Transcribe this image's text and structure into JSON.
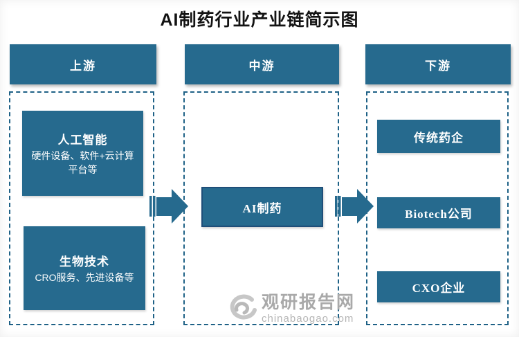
{
  "title": "AI制药行业产业链简示图",
  "columns": [
    {
      "header": "上游",
      "boxes": [
        {
          "title": "人工智能",
          "subtitle": "硬件设备、软件+云计算平台等"
        },
        {
          "title": "生物技术",
          "subtitle": "CRO服务、先进设备等"
        }
      ]
    },
    {
      "header": "中游",
      "boxes": [
        {
          "title": "AI制药"
        }
      ]
    },
    {
      "header": "下游",
      "boxes": [
        {
          "title": "传统药企"
        },
        {
          "title": "Biotech公司"
        },
        {
          "title": "CXO企业"
        }
      ]
    }
  ],
  "arrows": [
    {
      "icon": "striped-right-arrow",
      "from": "上游",
      "to": "中游"
    },
    {
      "icon": "striped-right-arrow",
      "from": "中游",
      "to": "下游"
    }
  ],
  "watermark": {
    "name": "观研报告网",
    "domain": "chinabaogao.com",
    "logo_icon": "swirl-logo"
  },
  "colors": {
    "node_teal": "#266a8e",
    "dashed_border": "#1e6186",
    "ai_box_border": "#1f4e79",
    "title_text": "#131313",
    "watermark_gray": "#a9a9a9"
  }
}
